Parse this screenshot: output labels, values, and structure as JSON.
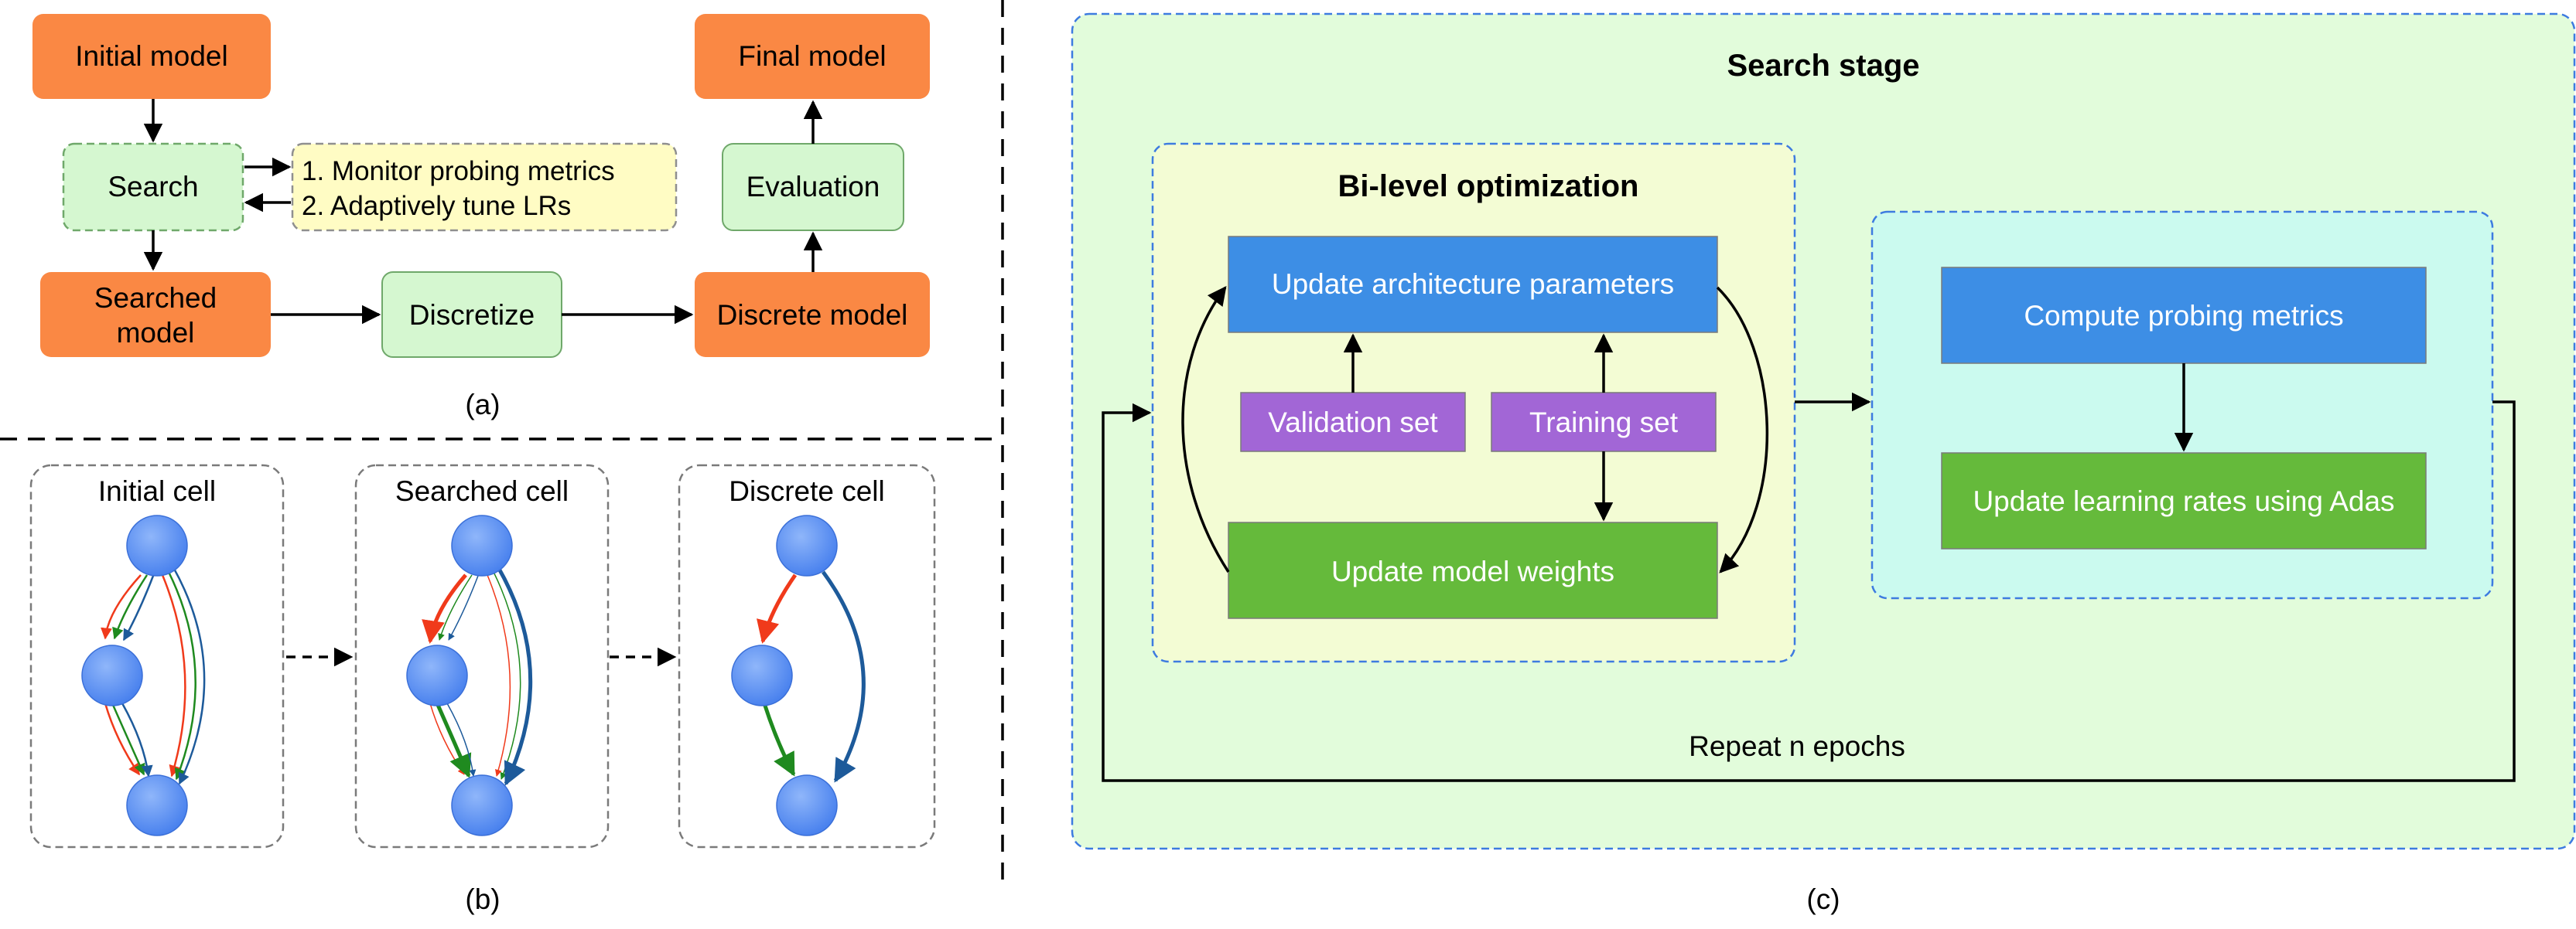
{
  "colors": {
    "orange": "#FA8844",
    "light_green": "#D5F7D0",
    "yellow": "#FFFCC4",
    "stage_green": "#E2FCDB",
    "bilevel_bg": "#F3FCD4",
    "cyan_bg": "#CBFAEF",
    "blue_box": "#3D8EE5",
    "purple_box": "#A266D6",
    "green_box": "#65BA3B",
    "node_blue": "#5E94F4",
    "edge_red": "#F03A1B",
    "edge_green": "#1F8A1F",
    "edge_navy": "#1D5A9A"
  },
  "panel_a": {
    "initial_model": "Initial model",
    "search": "Search",
    "probe_lines": [
      "1. Monitor probing metrics",
      "2. Adaptively tune LRs"
    ],
    "searched_model": [
      "Searched",
      "model"
    ],
    "discretize": "Discretize",
    "discrete_model": "Discrete model",
    "evaluation": "Evaluation",
    "final_model": "Final model",
    "caption": "(a)"
  },
  "panel_b": {
    "initial_cell": "Initial cell",
    "searched_cell": "Searched cell",
    "discrete_cell": "Discrete cell",
    "caption": "(b)"
  },
  "panel_c": {
    "stage_title": "Search stage",
    "bilevel_title": "Bi-level optimization",
    "update_arch": "Update architecture parameters",
    "validation_set": "Validation set",
    "training_set": "Training set",
    "update_weights": "Update model weights",
    "compute_metrics": "Compute probing metrics",
    "update_lr": "Update learning rates using Adas",
    "repeat": "Repeat n epochs",
    "caption": "(c)"
  }
}
